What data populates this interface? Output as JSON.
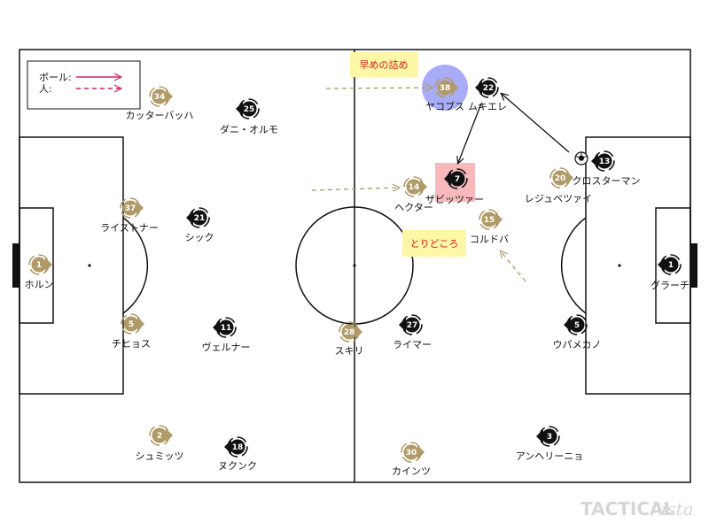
{
  "legend": {
    "ball_label": "ボール:",
    "person_label": "人:"
  },
  "notes": {
    "early_press": "早めの詰め",
    "target": "とりどころ"
  },
  "brand": {
    "main": "TACTICAL",
    "suffix": "ista"
  },
  "colors": {
    "team_gold": "#b09a68",
    "team_black": "#111111",
    "arrow": "#d4235a",
    "highlight_circle": "#a9acf7",
    "highlight_square": "#f7b9bb",
    "note_bg": "#fdf7a6",
    "note_text": "#d4231c"
  },
  "players": [
    {
      "team": "gold",
      "number": "1",
      "name": "ホルン"
    },
    {
      "team": "gold",
      "number": "34",
      "name": "カッターバッハ"
    },
    {
      "team": "gold",
      "number": "37",
      "name": "ライストナー"
    },
    {
      "team": "gold",
      "number": "5",
      "name": "チヒョス"
    },
    {
      "team": "gold",
      "number": "2",
      "name": "シュミッツ"
    },
    {
      "team": "gold",
      "number": "28",
      "name": "スキリ"
    },
    {
      "team": "gold",
      "number": "30",
      "name": "カインツ"
    },
    {
      "team": "gold",
      "number": "14",
      "name": "ヘクター"
    },
    {
      "team": "gold",
      "number": "15",
      "name": "コルドバ"
    },
    {
      "team": "gold",
      "number": "20",
      "name": "レジュベツァイ"
    },
    {
      "team": "gold",
      "number": "38",
      "name": "ヤコブス"
    },
    {
      "team": "black",
      "number": "25",
      "name": "ダニ・オルモ"
    },
    {
      "team": "black",
      "number": "21",
      "name": "シック"
    },
    {
      "team": "black",
      "number": "11",
      "name": "ヴェルナー"
    },
    {
      "team": "black",
      "number": "18",
      "name": "ヌクンク"
    },
    {
      "team": "black",
      "number": "27",
      "name": "ライマー"
    },
    {
      "team": "black",
      "number": "7",
      "name": "ザビッツァー"
    },
    {
      "team": "black",
      "number": "22",
      "name": "ムキエレ"
    },
    {
      "team": "black",
      "number": "13",
      "name": "クロスターマン"
    },
    {
      "team": "black",
      "number": "5",
      "name": "ウパメカノ"
    },
    {
      "team": "black",
      "number": "3",
      "name": "アンヘリーニョ"
    },
    {
      "team": "black",
      "number": "1",
      "name": "グラーチ"
    }
  ]
}
